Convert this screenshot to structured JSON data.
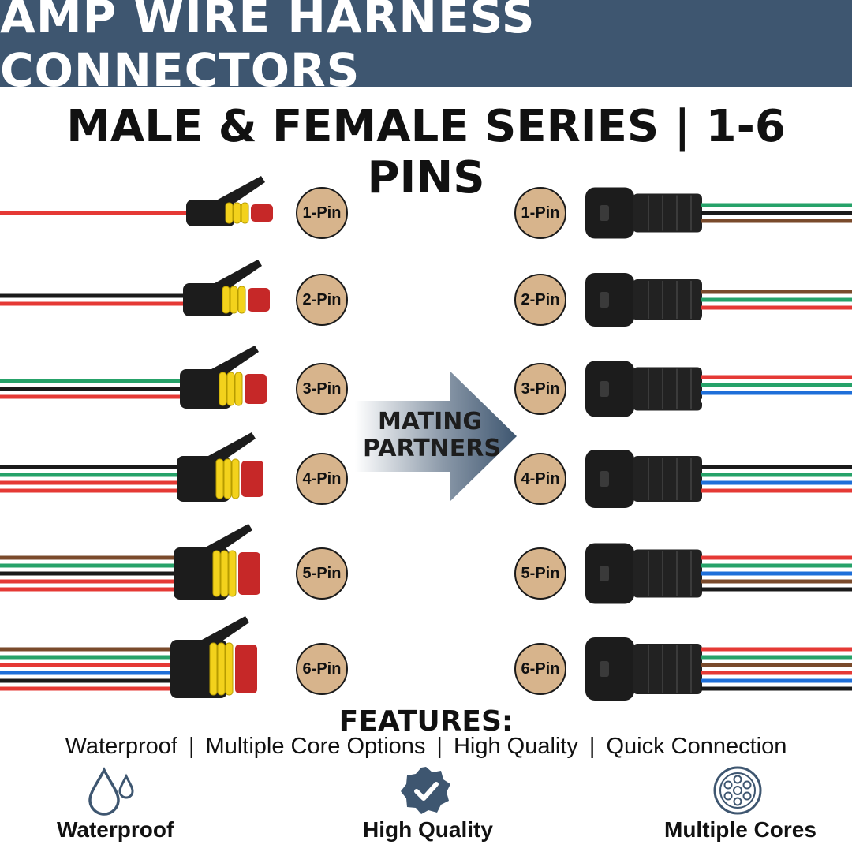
{
  "header": {
    "title": "AMP WIRE HARNESS CONNECTORS",
    "subtitle": "MALE & FEMALE SERIES | 1-6 PINS"
  },
  "left_labels": [
    "1-Pin",
    "2-Pin",
    "3-Pin",
    "4-Pin",
    "5-Pin",
    "6-Pin"
  ],
  "right_labels": [
    "1-Pin",
    "2-Pin",
    "3-Pin",
    "4-Pin",
    "5-Pin",
    "6-Pin"
  ],
  "arrow": {
    "line1": "MATING",
    "line2": "PARTNERS"
  },
  "features": {
    "title": "FEATURES:",
    "items": [
      "Waterproof",
      "Multiple Core Options",
      "High Quality",
      "Quick Connection"
    ],
    "separator": "|"
  },
  "bottom_icons": [
    {
      "label": "Waterproof",
      "icon": "water-drops-icon"
    },
    {
      "label": "High Quality",
      "icon": "check-badge-icon"
    },
    {
      "label": "Multiple Cores",
      "icon": "multi-core-icon"
    }
  ],
  "colors": {
    "banner": "#3e5670",
    "badge": "#d7b48c",
    "seal": "#f3d21c",
    "housing": "#1c1c1c",
    "contact": "#c62828"
  }
}
